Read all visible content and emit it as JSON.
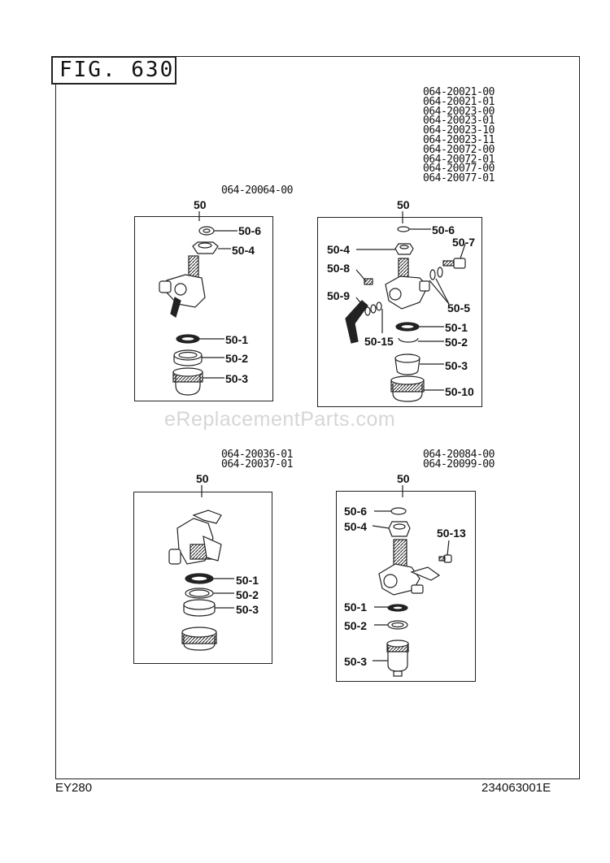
{
  "figure": {
    "title": "FIG. 630"
  },
  "panel_tl": {
    "codes": [
      "064-20064-00"
    ],
    "ref": "50",
    "labels": [
      "50-6",
      "50-4",
      "50-1",
      "50-2",
      "50-3"
    ]
  },
  "panel_tr": {
    "codes": [
      "064-20021-00",
      "064-20021-01",
      "064-20023-00",
      "064-20023-01",
      "064-20023-10",
      "064-20023-11",
      "064-20072-00",
      "064-20072-01",
      "064-20077-00",
      "064-20077-01"
    ],
    "ref": "50",
    "labels": [
      "50-6",
      "50-4",
      "50-7",
      "50-8",
      "50-9",
      "50-5",
      "50-1",
      "50-15",
      "50-2",
      "50-3",
      "50-10"
    ]
  },
  "panel_bl": {
    "codes": [
      "064-20036-01",
      "064-20037-01"
    ],
    "ref": "50",
    "labels": [
      "50-1",
      "50-2",
      "50-3"
    ]
  },
  "panel_br": {
    "codes": [
      "064-20084-00",
      "064-20099-00"
    ],
    "ref": "50",
    "labels": [
      "50-6",
      "50-4",
      "50-13",
      "50-1",
      "50-2",
      "50-3"
    ]
  },
  "footer": {
    "model": "EY280",
    "catalog": "234063001E"
  },
  "watermark": "eReplacementParts.com"
}
